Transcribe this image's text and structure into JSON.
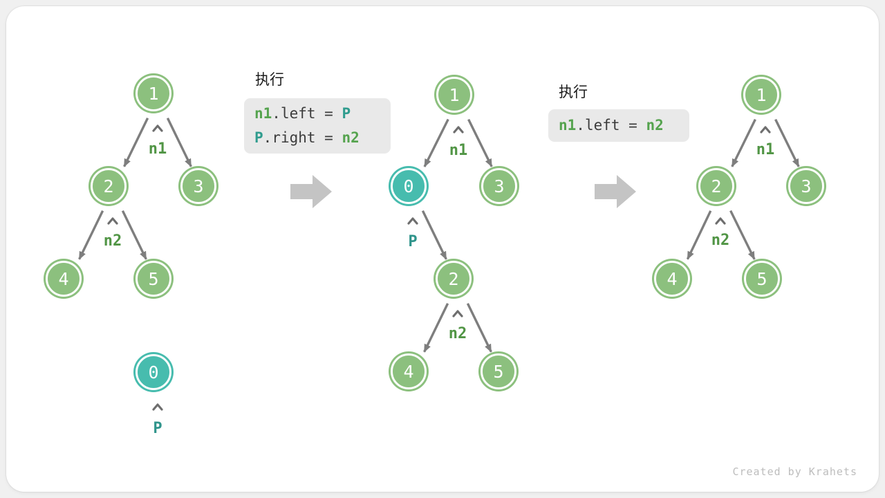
{
  "watermark": "Created by Krahets",
  "step1": {
    "title": "执行",
    "line1": {
      "a": "n1",
      "b": ".left = ",
      "c": "P"
    },
    "line2": {
      "a": "P",
      "b": ".right = ",
      "c": "n2"
    }
  },
  "step2": {
    "title": "执行",
    "line1": {
      "a": "n1",
      "b": ".left = ",
      "c": "n2"
    }
  },
  "colors": {
    "node_green": "#8CC07E",
    "node_teal": "#47BCAE",
    "edge_gray": "#7E7E7E",
    "label_green": "#519545",
    "label_teal": "#2F948B",
    "code_background": "#e9e9e9",
    "block_arrow": "#c4c4c4"
  },
  "trees": [
    {
      "description": "initial tree with detached node P",
      "nodes": [
        {
          "value": "1"
        },
        {
          "value": "2"
        },
        {
          "value": "3"
        },
        {
          "value": "4"
        },
        {
          "value": "5"
        },
        {
          "value": "0"
        }
      ],
      "pointers": [
        {
          "label": "n1"
        },
        {
          "label": "n2"
        },
        {
          "label": "P"
        }
      ]
    },
    {
      "description": "tree after inserting P between n1 and n2",
      "nodes": [
        {
          "value": "1"
        },
        {
          "value": "0"
        },
        {
          "value": "3"
        },
        {
          "value": "2"
        },
        {
          "value": "4"
        },
        {
          "value": "5"
        }
      ],
      "pointers": [
        {
          "label": "n1"
        },
        {
          "label": "P"
        },
        {
          "label": "n2"
        }
      ]
    },
    {
      "description": "tree after removing P",
      "nodes": [
        {
          "value": "1"
        },
        {
          "value": "2"
        },
        {
          "value": "3"
        },
        {
          "value": "4"
        },
        {
          "value": "5"
        }
      ],
      "pointers": [
        {
          "label": "n1"
        },
        {
          "label": "n2"
        }
      ]
    }
  ]
}
